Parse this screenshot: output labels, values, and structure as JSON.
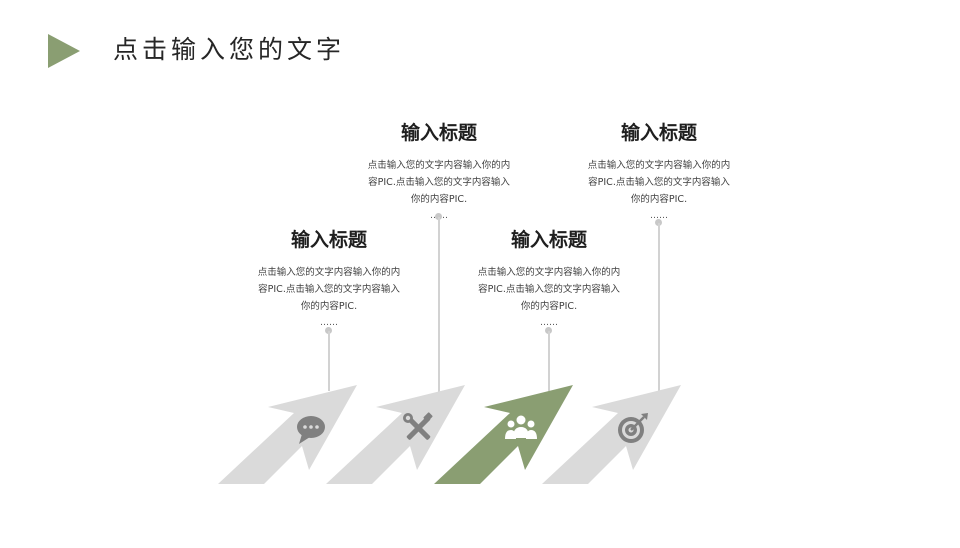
{
  "header": {
    "title": "点击输入您的文字"
  },
  "colors": {
    "accent": "#8a9e72",
    "arrow_gray": "#dadada",
    "icon_gray": "#808080"
  },
  "steps": [
    {
      "title": "输入标题",
      "desc": "点击输入您的文字内容输入你的内容PIC.点击输入您的文字内容输入你的内容PIC.",
      "more": "……",
      "icon": "chat-bubble-icon"
    },
    {
      "title": "输入标题",
      "desc": "点击输入您的文字内容输入你的内容PIC.点击输入您的文字内容输入你的内容PIC.",
      "more": "……",
      "icon": "tools-icon"
    },
    {
      "title": "输入标题",
      "desc": "点击输入您的文字内容输入你的内容PIC.点击输入您的文字内容输入你的内容PIC.",
      "more": "……",
      "icon": "team-icon"
    },
    {
      "title": "输入标题",
      "desc": "点击输入您的文字内容输入你的内容PIC.点击输入您的文字内容输入你的内容PIC.",
      "more": "……",
      "icon": "target-icon"
    }
  ]
}
